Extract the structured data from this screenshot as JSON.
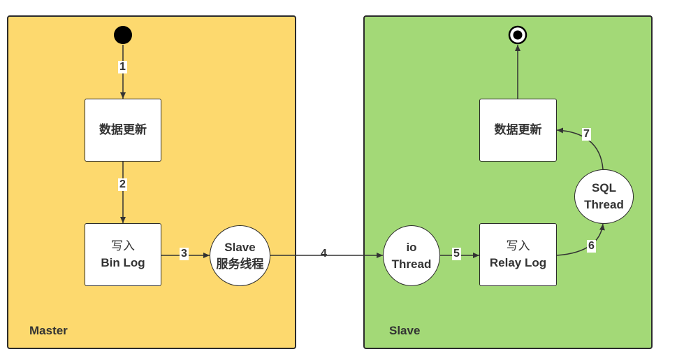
{
  "master": {
    "label": "Master",
    "update_box": "数据更新",
    "binlog_box": {
      "line1": "写入",
      "line2": "Bin Log"
    },
    "slave_thread": {
      "line1": "Slave",
      "line2": "服务线程"
    }
  },
  "slave": {
    "label": "Slave",
    "io_thread": {
      "line1": "io",
      "line2": "Thread"
    },
    "relay_box": {
      "line1": "写入",
      "line2": "Relay Log"
    },
    "sql_thread": {
      "line1": "SQL",
      "line2": "Thread"
    },
    "update_box": "数据更新"
  },
  "steps": [
    "1",
    "2",
    "3",
    "4",
    "5",
    "6",
    "7"
  ],
  "colors": {
    "master_bg": "#fdd96e",
    "slave_bg": "#a3d977",
    "stroke": "#2b2b2b"
  }
}
